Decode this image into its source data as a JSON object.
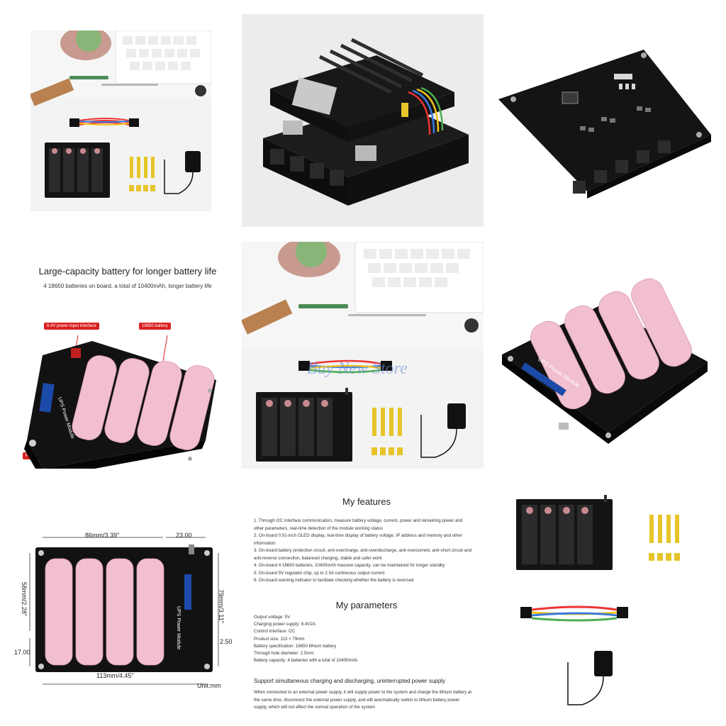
{
  "gallery": {
    "tile4": {
      "heading": "Large-capacity battery for longer battery life",
      "subheading": "4 18650 batteries on board, a total of 10400mAh, longer battery life",
      "callouts": [
        "8.4V power input interface",
        "18650 battery",
        "Power switch"
      ],
      "board_label": "UPS Power Module"
    },
    "tile5": {
      "watermark": "Buy New Store"
    },
    "tile6": {
      "board_label": "UPS Power Module"
    },
    "tile7": {
      "width_top": "86mm/3.39\"",
      "width_right": "23.00",
      "height_left": "58mm/2.28\"",
      "height_right": "79mm/3.11\"",
      "offset_left": "17.00",
      "offset_right": "2.50",
      "width_bottom": "113mm/4.45\"",
      "unit": "Unit:mm",
      "board_label": "UPS Power Module"
    },
    "tile8": {
      "features_title": "My features",
      "features": [
        "1. Through I2C interface communication, measure battery voltage, current, power and remaining power and other parameters, real-time detection of the module working status",
        "2. On-board 0.91-inch OLED display, real-time display of battery voltage, IP address and memory and other information",
        "3. On-board battery protection circuit, anti-overcharge, anti-overdischarge, anti-overcurrent, anti-short circuit and anti-reverse connection, balanced charging, stable and safer work",
        "4. On-board 4 18650 batteries, 10400mAh massive capacity, can be maintained for longer standby",
        "5. On-board 5V regulator chip, up to 2.5A continuous output current",
        "6. On-board warning indicator to facilitate checking whether the battery is reversed"
      ],
      "parameters_title": "My parameters",
      "parameters": [
        "Output voltage: 5V",
        "Charging power supply: 8.4V2A",
        "Control interface: I2C",
        "Product size: 113 × 79mm",
        "Battery specification: 18650 lithium battery",
        "Through hole diameter: 2.5mm",
        "Battery capacity: 4 batteries with a total of 10400mAh"
      ],
      "support_title": "Support simultaneous charging and discharging, uninterrupted power supply",
      "support_text": "When connected to an external power supply, it will supply power to the system and charge the lithium battery at the same time, disconnect the external power supply, and will automatically switch to lithium battery power supply, which will not affect the normal operation of the system"
    }
  },
  "colors": {
    "board": "#141414",
    "battery": "#f1bfcf",
    "brass": "#e7c52a",
    "callout": "#d92020"
  }
}
